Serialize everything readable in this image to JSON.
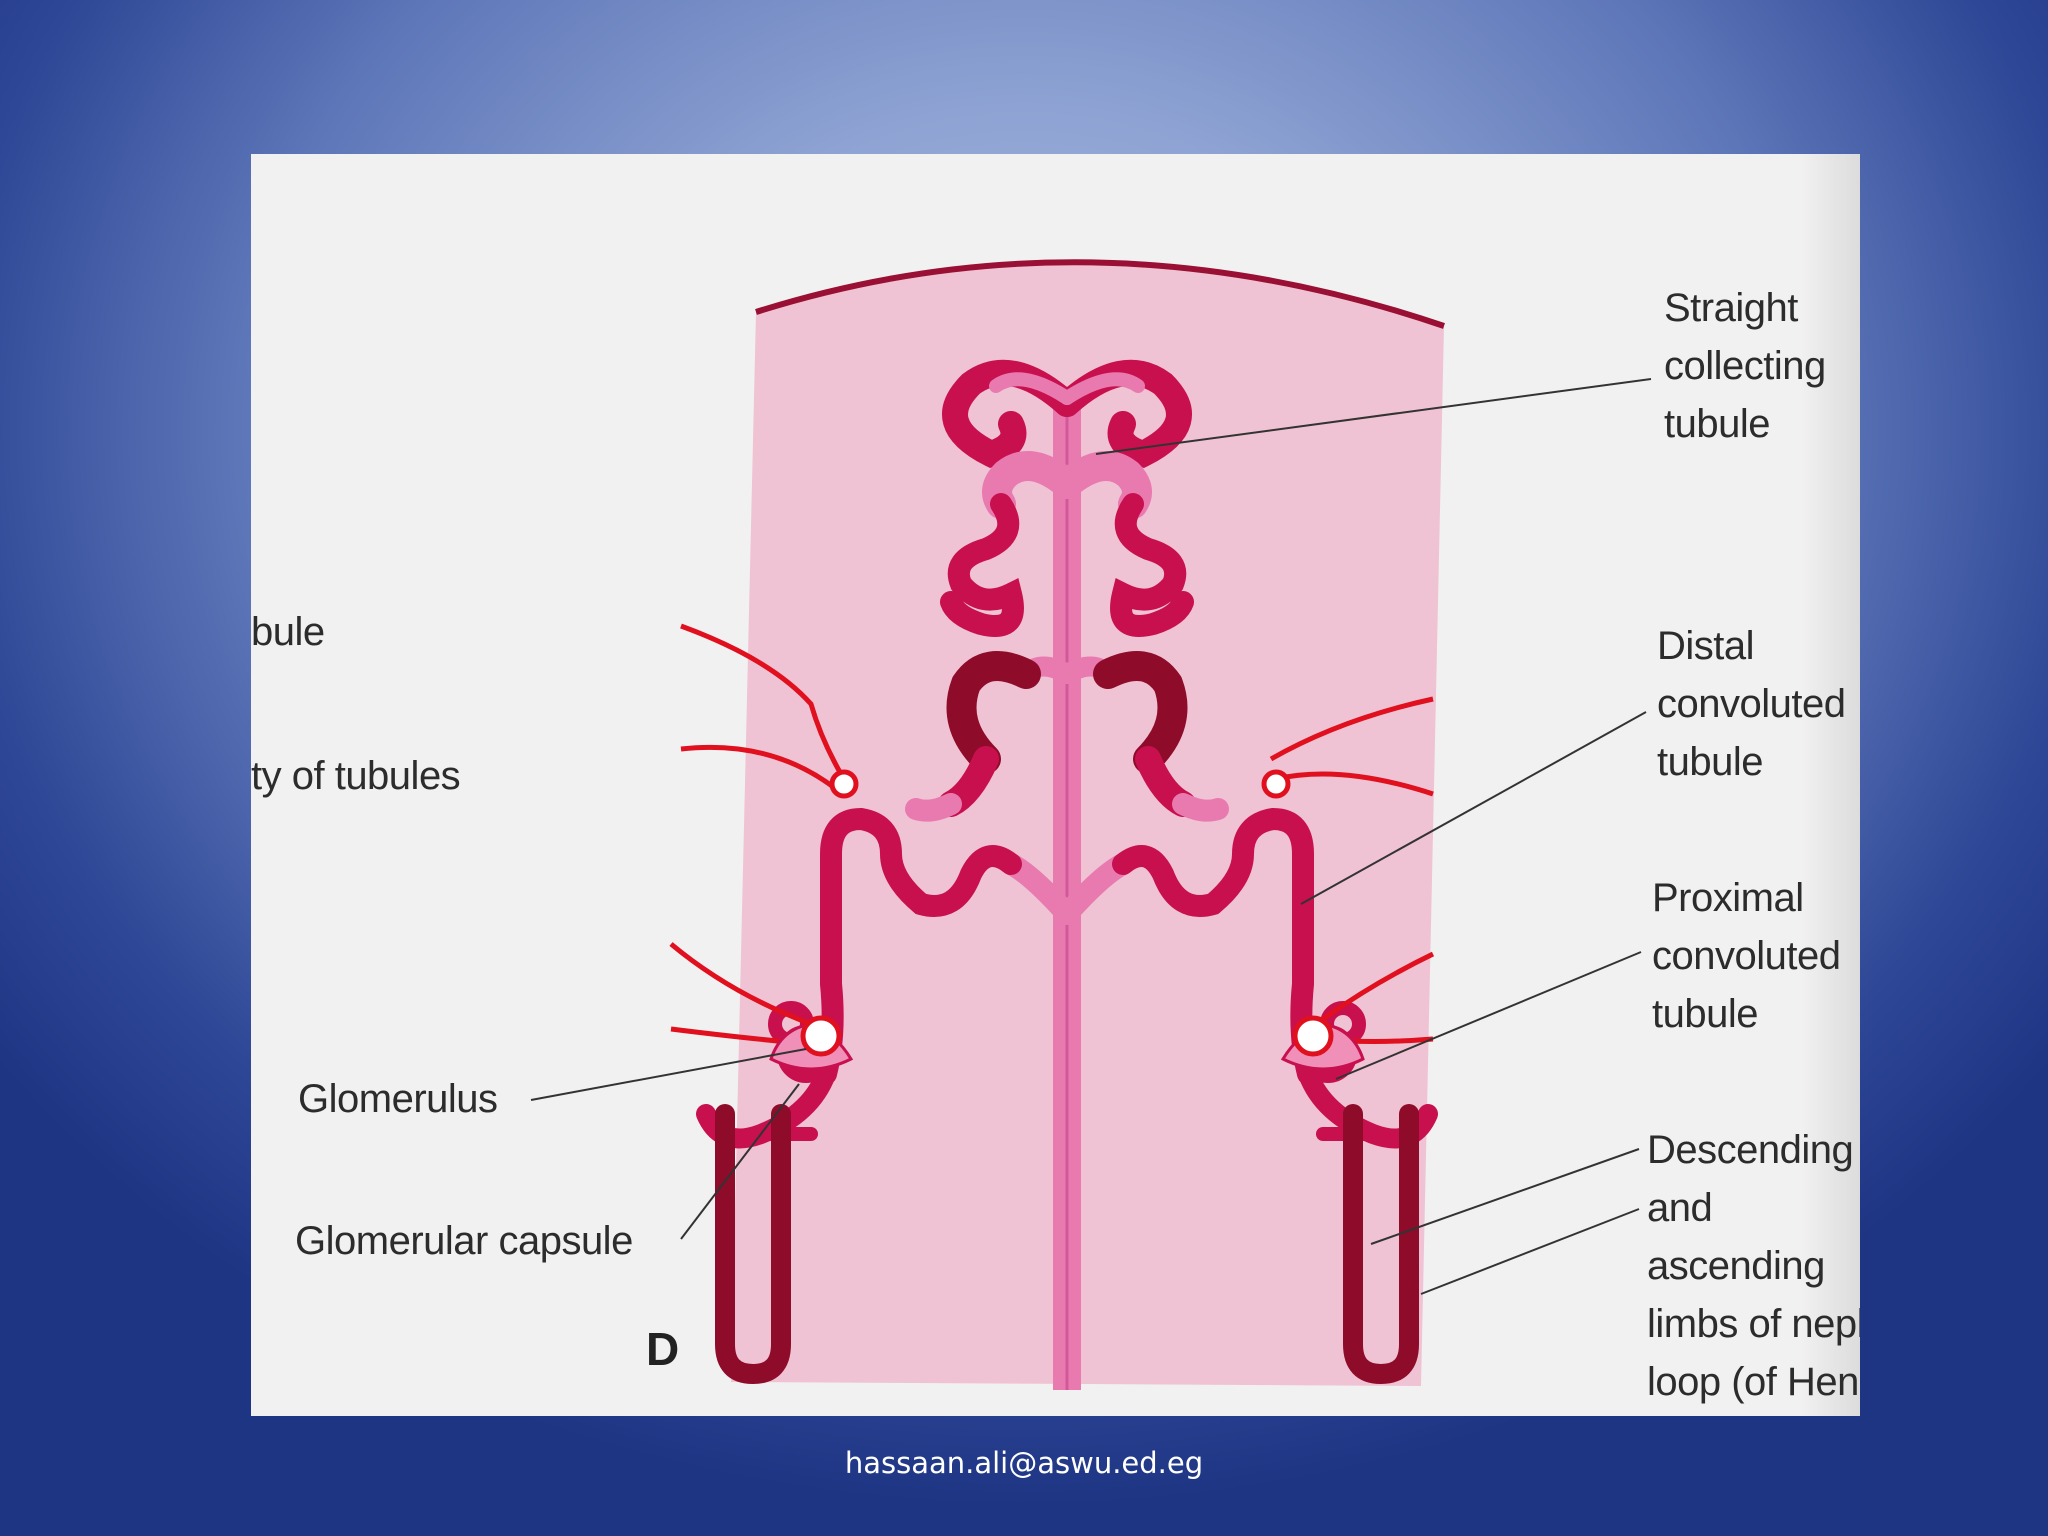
{
  "figure": {
    "panel_letter": "D",
    "left_labels": {
      "partial_1": "bule",
      "partial_2": "ty of tubules",
      "glomerulus": "Glomerulus",
      "glomerular_capsule": "Glomerular capsule"
    },
    "right_labels": {
      "straight": [
        "Straight",
        "collecting",
        "tubule"
      ],
      "distal": [
        "Distal",
        "convoluted",
        "tubule"
      ],
      "proximal": [
        "Proximal",
        "convoluted",
        "tubule"
      ],
      "loop": [
        "Descending",
        "and",
        "ascending",
        "limbs of neph",
        "loop (of Henle"
      ]
    },
    "colors": {
      "tissue": "#efc3d3",
      "tubule": "#c8104e",
      "collecting_tubule": "#e87ab0",
      "loop": "#8e0b2a",
      "vessel": "#e0101e"
    }
  },
  "footer": {
    "email": "hassaan.ali@aswu.ed.eg"
  }
}
